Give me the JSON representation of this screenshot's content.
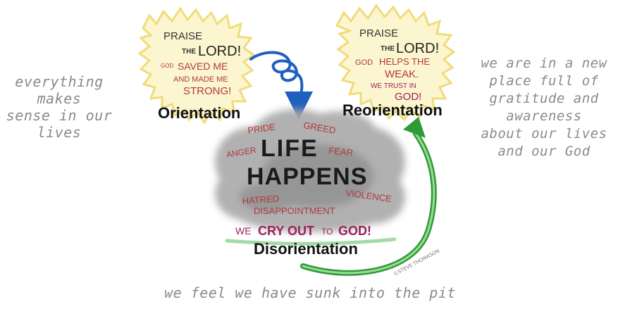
{
  "orientation": {
    "label": "Orientation",
    "bubble": {
      "line1": "PRAISE",
      "line2a": "THE",
      "line2b": "LORD!",
      "line3a": "GOD",
      "line3b": "SAVED ME",
      "line4": "AND MADE ME",
      "line5": "STRONG!"
    },
    "caption": [
      "everything",
      "makes",
      "sense in our",
      "lives"
    ]
  },
  "reorientation": {
    "label": "Reorientation",
    "bubble": {
      "line1": "PRAISE",
      "line2a": "THE",
      "line2b": "LORD!",
      "line3a": "GOD",
      "line3b": "HELPS THE",
      "line4": "WEAK.",
      "line5": "WE TRUST IN",
      "line6": "GOD!"
    },
    "caption": [
      "we are in a new",
      "place full of",
      "gratitude and",
      "awareness",
      "about our lives",
      "and our God"
    ]
  },
  "disorientation": {
    "label": "Disorientation",
    "cloud": {
      "title1": "LIFE",
      "title2": "HAPPENS",
      "words": [
        "PRIDE",
        "GREED",
        "ANGER",
        "FEAR",
        "HATRED",
        "VIOLENCE",
        "DISAPPOINTMENT"
      ],
      "cry_a": "WE",
      "cry_b": "CRY OUT",
      "cry_c": "TO",
      "cry_d": "GOD!"
    },
    "caption": "we feel we have sunk into the pit"
  },
  "signature": "©STEVE THOMASON",
  "colors": {
    "blue_arrow": "#1f5fbf",
    "green_arrow": "#2e9a3a",
    "red_words": "#b03a3a",
    "magenta": "#9c1f5c",
    "burst_fill": "#fbf6cf",
    "burst_stroke": "#f0dc7a",
    "cloud": "#a9a9a9",
    "caption_gray": "#8a8a8a"
  },
  "icons": [
    "starburst-icon",
    "cloud-icon",
    "spiral-arrow-icon",
    "curved-arrow-icon"
  ]
}
